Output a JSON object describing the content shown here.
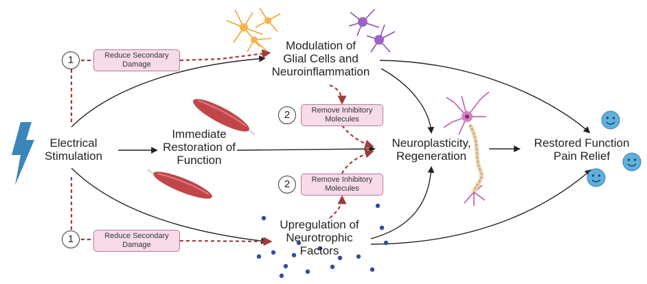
{
  "nodes": {
    "electrical": "Electrical\nStimulation",
    "immediate": "Immediate\nRestoration of\nFunction",
    "glial": "Modulation of\nGlial Cells and\nNeuroinflammation",
    "neuroplasticity": "Neuroplasticity,\nRegeneration",
    "restored": "Restored Function\nPain Relief",
    "neurotrophic": "Upregulation of\nNeurotrophic\nFactors"
  },
  "pills": {
    "reduce_top": "Reduce Secondary\nDamage",
    "reduce_bottom": "Reduce Secondary\nDamage",
    "remove_top": "Remove Inhibitory\nMolecules",
    "remove_bottom": "Remove Inhibitory\nMolecules"
  },
  "markers": {
    "m1_top": "1",
    "m1_bottom": "1",
    "m2_top": "2",
    "m2_bottom": "2"
  },
  "colors": {
    "arrow": "#222222",
    "dashed": "#a33a3a",
    "lightning": "#3a86b8",
    "smiley": "#5fb0dd",
    "muscle": "#c0464a",
    "astrocyte": "#f0a430",
    "microglia": "#8a4fb0",
    "neuron": "#c86ab0",
    "dots": "#2e4f9e"
  },
  "icons": [
    "lightning-icon",
    "muscle-icon",
    "astrocyte-icon",
    "microglia-icon",
    "neuron-icon",
    "smiley-icon",
    "growth-factor-dot"
  ]
}
